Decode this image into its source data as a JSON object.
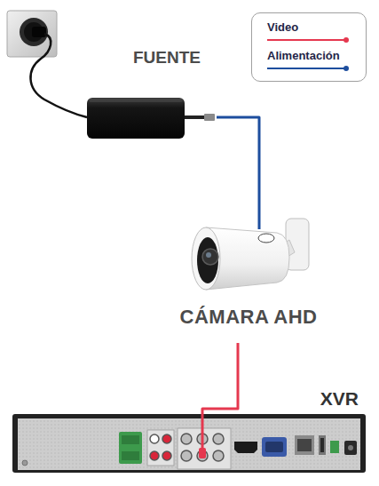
{
  "diagram": {
    "nodes": [
      {
        "text": [
          "FUENTE"
        ]
      },
      {
        "text": [
          "CÁMARA AHD"
        ]
      },
      {
        "text": [
          "XVR"
        ]
      }
    ],
    "edges": [
      {
        "from": 0,
        "to": 1,
        "arrow": "none"
      },
      {
        "from": 1,
        "to": 2,
        "arrow": "none"
      }
    ],
    "legend": [
      {
        "text": "Video"
      },
      {
        "text": "Alimentación"
      }
    ]
  }
}
